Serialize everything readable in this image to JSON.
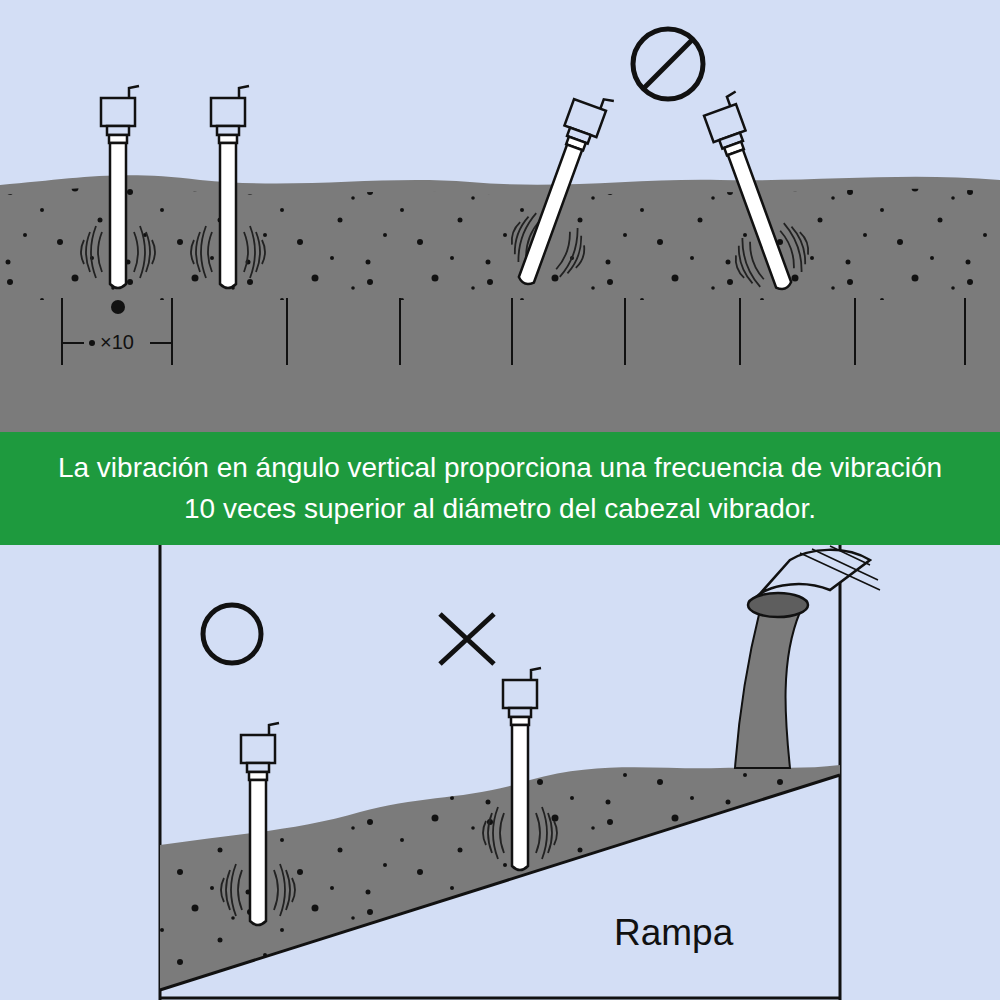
{
  "diagram": {
    "nodes": [
      {
        "text": [
          "La vibración en ángulo vertical proporciona una frecuencia de vibración 10 veces superior al diámetro del cabezal vibrador."
        ]
      }
    ],
    "labels": [
      "×10",
      "Rampa"
    ]
  }
}
